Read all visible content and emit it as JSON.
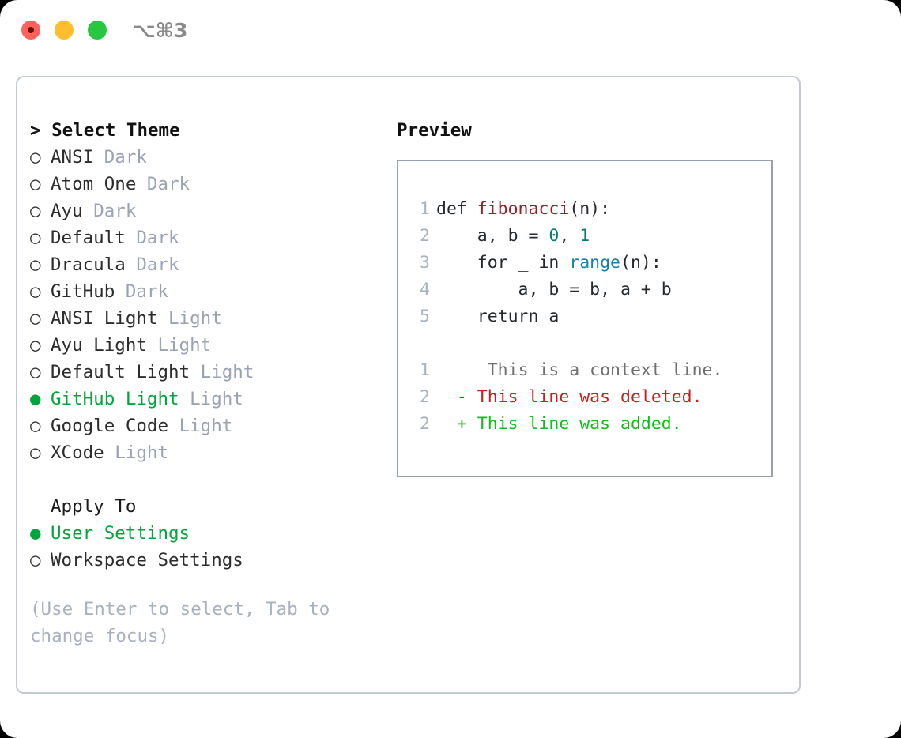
{
  "titlebar": {
    "shortcut": "⌥⌘3",
    "lights": [
      "close",
      "minimize",
      "maximize"
    ]
  },
  "left": {
    "header": "> Select Theme",
    "themes": [
      {
        "marker": "○",
        "name": "ANSI",
        "tag": "Dark",
        "selected": false
      },
      {
        "marker": "○",
        "name": "Atom One",
        "tag": "Dark",
        "selected": false
      },
      {
        "marker": "○",
        "name": "Ayu",
        "tag": "Dark",
        "selected": false
      },
      {
        "marker": "○",
        "name": "Default",
        "tag": "Dark",
        "selected": false
      },
      {
        "marker": "○",
        "name": "Dracula",
        "tag": "Dark",
        "selected": false
      },
      {
        "marker": "○",
        "name": "GitHub",
        "tag": "Dark",
        "selected": false
      },
      {
        "marker": "○",
        "name": "ANSI Light",
        "tag": "Light",
        "selected": false
      },
      {
        "marker": "○",
        "name": "Ayu Light",
        "tag": "Light",
        "selected": false
      },
      {
        "marker": "○",
        "name": "Default Light",
        "tag": "Light",
        "selected": false
      },
      {
        "marker": "●",
        "name": "GitHub Light",
        "tag": "Light",
        "selected": true
      },
      {
        "marker": "○",
        "name": "Google Code",
        "tag": "Light",
        "selected": false
      },
      {
        "marker": "○",
        "name": "XCode",
        "tag": "Light",
        "selected": false
      }
    ],
    "apply_to_header": "Apply To",
    "apply_to": [
      {
        "marker": "●",
        "name": "User Settings",
        "selected": true
      },
      {
        "marker": "○",
        "name": "Workspace Settings",
        "selected": false
      }
    ],
    "help_text": "(Use Enter to select, Tab to change focus)"
  },
  "right": {
    "title": "Preview",
    "code_lines": [
      {
        "n": "1",
        "tokens": [
          {
            "t": "def ",
            "c": "kw"
          },
          {
            "t": "fibonacci",
            "c": "fn"
          },
          {
            "t": "(n):",
            "c": "kw"
          }
        ]
      },
      {
        "n": "2",
        "tokens": [
          {
            "t": "    a, b = ",
            "c": "kw"
          },
          {
            "t": "0",
            "c": "num"
          },
          {
            "t": ", ",
            "c": "kw"
          },
          {
            "t": "1",
            "c": "num"
          }
        ]
      },
      {
        "n": "3",
        "tokens": [
          {
            "t": "    for _ in ",
            "c": "kw"
          },
          {
            "t": "range",
            "c": "bi"
          },
          {
            "t": "(n):",
            "c": "kw"
          }
        ]
      },
      {
        "n": "4",
        "tokens": [
          {
            "t": "        a, b = b, a + b",
            "c": "kw"
          }
        ]
      },
      {
        "n": "5",
        "tokens": [
          {
            "t": "    return a",
            "c": "kw"
          }
        ]
      }
    ],
    "diff_lines": [
      {
        "n": "1",
        "sign": " ",
        "text": "  This is a context line.",
        "kind": "ctx"
      },
      {
        "n": "2",
        "sign": "-",
        "text": " This line was deleted.",
        "kind": "del"
      },
      {
        "n": "2",
        "sign": "+",
        "text": " This line was added.",
        "kind": "add"
      }
    ]
  },
  "colors": {
    "accent_green": "#00a63c",
    "panel_border": "#c3cad6",
    "preview_border": "#93a1b3",
    "muted": "#9aa3b4",
    "line_number": "#a8b3c0",
    "diff_add": "#12bd1a",
    "diff_del": "#c4201c",
    "syntax_function": "#9e1c23",
    "syntax_builtin": "#1a80ad",
    "syntax_number": "#0a7a72"
  }
}
